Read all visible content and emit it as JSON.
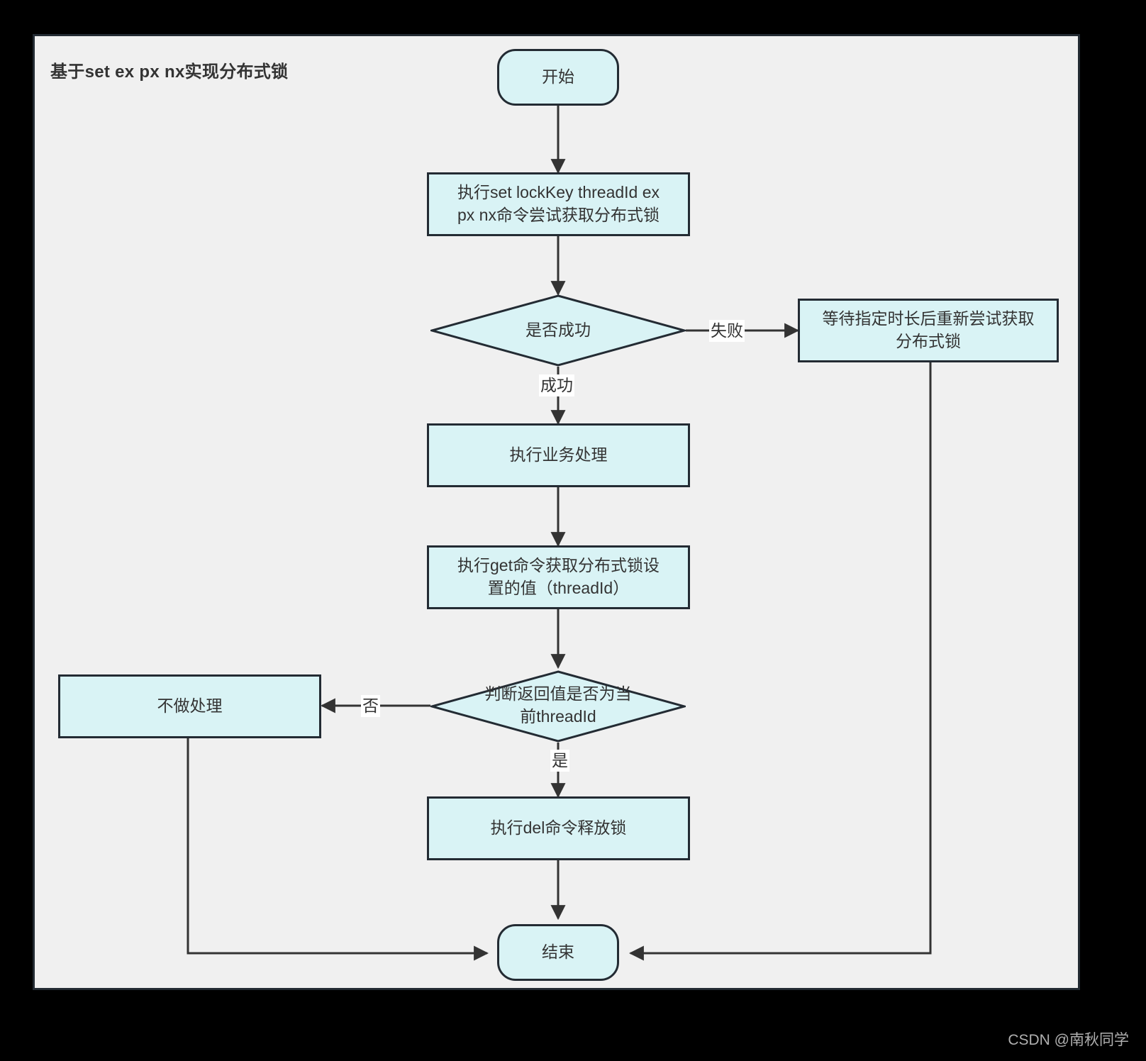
{
  "diagram": {
    "title": "基于set ex px nx实现分布式锁",
    "watermark": "CSDN @南秋同学",
    "colors": {
      "page_background": "#000000",
      "canvas_background": "#f0f0f0",
      "frame_border": "#232b33",
      "node_fill": "#d9f3f5",
      "node_border": "#232b33",
      "edge_stroke": "#333333",
      "text": "#333333",
      "label_background": "#ffffff"
    },
    "nodes": [
      {
        "id": "start",
        "shape": "terminator",
        "text": "开始"
      },
      {
        "id": "set_cmd",
        "shape": "process",
        "text": "执行set lockKey threadId ex\npx nx命令尝试获取分布式锁"
      },
      {
        "id": "is_success",
        "shape": "decision",
        "text": "是否成功"
      },
      {
        "id": "retry_wait",
        "shape": "process",
        "text": "等待指定时长后重新尝试获取\n分布式锁"
      },
      {
        "id": "business",
        "shape": "process",
        "text": "执行业务处理"
      },
      {
        "id": "get_cmd",
        "shape": "process",
        "text": "执行get命令获取分布式锁设\n置的值（threadId）"
      },
      {
        "id": "check_thread",
        "shape": "decision",
        "text": "判断返回值是否为当\n前threadId"
      },
      {
        "id": "no_op",
        "shape": "process",
        "text": "不做处理"
      },
      {
        "id": "del_cmd",
        "shape": "process",
        "text": "执行del命令释放锁"
      },
      {
        "id": "end",
        "shape": "terminator",
        "text": "结束"
      }
    ],
    "edges": [
      {
        "from": "start",
        "to": "set_cmd",
        "label": ""
      },
      {
        "from": "set_cmd",
        "to": "is_success",
        "label": ""
      },
      {
        "from": "is_success",
        "to": "retry_wait",
        "label": "失败"
      },
      {
        "from": "is_success",
        "to": "business",
        "label": "成功"
      },
      {
        "from": "business",
        "to": "get_cmd",
        "label": ""
      },
      {
        "from": "get_cmd",
        "to": "check_thread",
        "label": ""
      },
      {
        "from": "check_thread",
        "to": "no_op",
        "label": "否"
      },
      {
        "from": "check_thread",
        "to": "del_cmd",
        "label": "是"
      },
      {
        "from": "del_cmd",
        "to": "end",
        "label": ""
      },
      {
        "from": "no_op",
        "to": "end",
        "label": ""
      },
      {
        "from": "retry_wait",
        "to": "end",
        "label": ""
      }
    ],
    "edge_labels": {
      "fail": "失败",
      "success": "成功",
      "no": "否",
      "yes": "是"
    }
  }
}
